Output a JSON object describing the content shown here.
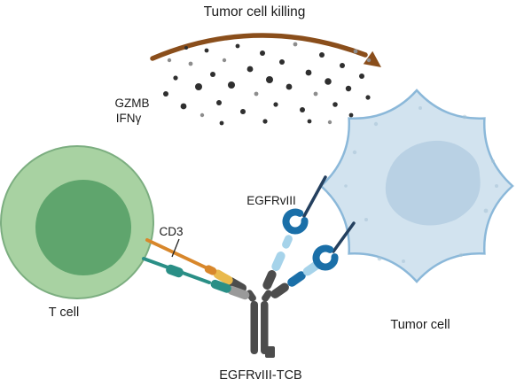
{
  "title": "Tumor cell killing",
  "secreted_molecules": {
    "gzmb": "GZMB",
    "ifng": "IFNγ"
  },
  "cells": {
    "t_cell": "T cell",
    "tumor_cell": "Tumor cell"
  },
  "antibody": {
    "cd3_label": "CD3",
    "egfrviii_label": "EGFRvIII",
    "name": "EGFRvIII-TCB"
  },
  "colors": {
    "text": "#1a1a1a",
    "arrow": "#8a4e1b",
    "dot_dark": "#2f2f2f",
    "dot_light": "#8d8d8d",
    "t_cell_outer": "#a8d2a2",
    "t_cell_stroke": "#7cae80",
    "t_cell_inner": "#5fa56d",
    "tumor_body": "#d2e3ef",
    "tumor_stroke": "#8bb8d9",
    "tumor_nucleus": "#b9d1e4",
    "speckle": "#a5c2d6",
    "ab_dark": "#4c4c4c",
    "ab_gray": "#9a9a9a",
    "ab_yellow": "#e9ba4d",
    "ab_orange": "#d8872b",
    "ab_teal": "#2a8f86",
    "ab_lightblue": "#a6d3ea",
    "ab_blue": "#1a6fa8",
    "antigen": "#24405f"
  }
}
